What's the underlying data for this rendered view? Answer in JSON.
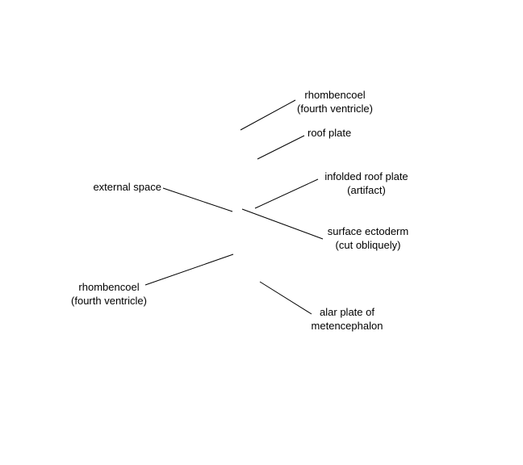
{
  "labels": {
    "rhombencoel_top": {
      "line1": "rhombencoel",
      "line2": "(fourth ventricle)"
    },
    "roof_plate": {
      "line1": "roof plate"
    },
    "external_space": {
      "line1": "external space"
    },
    "infolded_roof_plate": {
      "line1": "infolded roof plate",
      "line2": "(artifact)"
    },
    "surface_ectoderm": {
      "line1": "surface ectoderm",
      "line2": "(cut obliquely)"
    },
    "rhombencoel_bottom": {
      "line1": "rhombencoel",
      "line2": "(fourth ventricle)"
    },
    "alar_plate": {
      "line1": "alar plate of",
      "line2": "metencephalon"
    }
  },
  "colors": {
    "background": "#ffffff",
    "text": "#000000",
    "leader_line": "#000000"
  }
}
